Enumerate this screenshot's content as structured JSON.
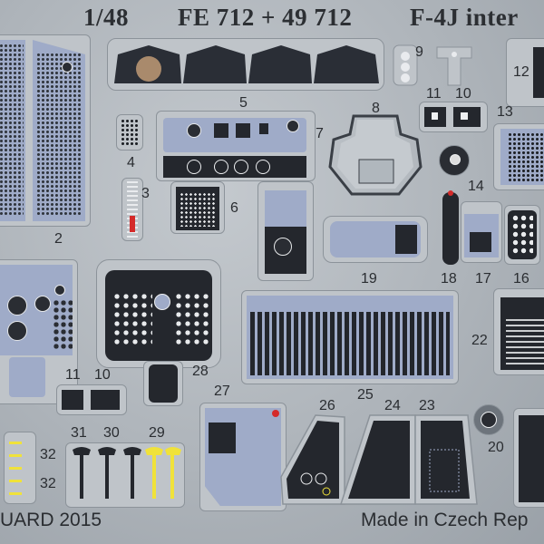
{
  "title": {
    "scale": "1/48",
    "codes": "FE 712 + 49 712",
    "aircraft": "F-4J inter"
  },
  "parts": [
    {
      "id": "p2",
      "label": "2"
    },
    {
      "id": "p3",
      "label": "3"
    },
    {
      "id": "p4",
      "label": "4"
    },
    {
      "id": "p5",
      "label": "5"
    },
    {
      "id": "p6",
      "label": "6"
    },
    {
      "id": "p7",
      "label": "7"
    },
    {
      "id": "p8",
      "label": "8"
    },
    {
      "id": "p9",
      "label": "9"
    },
    {
      "id": "p10a",
      "label": "10"
    },
    {
      "id": "p11a",
      "label": "11"
    },
    {
      "id": "p12",
      "label": "12"
    },
    {
      "id": "p13",
      "label": "13"
    },
    {
      "id": "p14",
      "label": "14"
    },
    {
      "id": "p16",
      "label": "16"
    },
    {
      "id": "p17",
      "label": "17"
    },
    {
      "id": "p18",
      "label": "18"
    },
    {
      "id": "p19",
      "label": "19"
    },
    {
      "id": "p20",
      "label": "20"
    },
    {
      "id": "p22",
      "label": "22"
    },
    {
      "id": "p23",
      "label": "23"
    },
    {
      "id": "p24",
      "label": "24"
    },
    {
      "id": "p25",
      "label": "25"
    },
    {
      "id": "p26",
      "label": "26"
    },
    {
      "id": "p27",
      "label": "27"
    },
    {
      "id": "p28",
      "label": "28"
    },
    {
      "id": "p29",
      "label": "29"
    },
    {
      "id": "p30",
      "label": "30"
    },
    {
      "id": "p31",
      "label": "31"
    },
    {
      "id": "p32a",
      "label": "32"
    },
    {
      "id": "p32b",
      "label": "32"
    },
    {
      "id": "p10b",
      "label": "10"
    },
    {
      "id": "p11b",
      "label": "11"
    }
  ],
  "footer": {
    "left": "UARD 2015",
    "right": "Made in Czech Rep"
  },
  "colors": {
    "sheet": "#aeb4ba",
    "instrument_blue": "#9fabc8",
    "panel_black": "#24272d",
    "handle_yellow": "#f0e23a",
    "warning_red": "#d42a2a"
  }
}
